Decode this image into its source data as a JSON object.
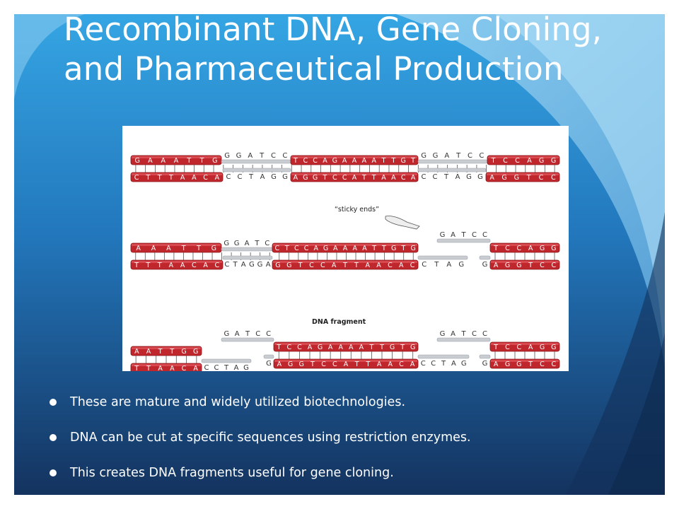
{
  "slide": {
    "title_line1": "Recombinant DNA, Gene Cloning,",
    "title_line2": "and Pharmaceutical Production"
  },
  "figure": {
    "label_sticky_ends": "“sticky ends”",
    "label_dna_fragment": "DNA fragment",
    "row1": {
      "top": [
        "G",
        "A",
        "A",
        "A",
        "T",
        "T",
        "G",
        "G",
        "G",
        "A",
        "T",
        "C",
        "C",
        "T",
        "C",
        "C",
        "A",
        "G",
        "A",
        "A",
        "A",
        "A",
        "T",
        "T",
        "G",
        "T",
        "G",
        "G",
        "A",
        "T",
        "C",
        "C",
        "T",
        "C",
        "C",
        "A",
        "G",
        "G"
      ],
      "bottom": [
        "C",
        "T",
        "T",
        "T",
        "A",
        "A",
        "C",
        "A",
        "C",
        "C",
        "T",
        "A",
        "G",
        "G",
        "A",
        "G",
        "G",
        "T",
        "C",
        "C",
        "A",
        "T",
        "T",
        "A",
        "A",
        "C",
        "A",
        "C",
        "C",
        "T",
        "A",
        "G",
        "G",
        "A",
        "G",
        "G",
        "T",
        "C",
        "C"
      ]
    },
    "row2": {
      "top_left": [
        "A",
        "A",
        "A",
        "T",
        "T",
        "G",
        "G",
        "G",
        "A",
        "T",
        "C",
        "C",
        "T",
        "C",
        "C",
        "A",
        "G",
        "A",
        "A",
        "A",
        "A",
        "T",
        "T",
        "G",
        "T",
        "G"
      ],
      "bottom_left": [
        "T",
        "T",
        "T",
        "A",
        "A",
        "C",
        "A",
        "C",
        "C",
        "T",
        "A",
        "G",
        "G",
        "A",
        "G",
        "G",
        "T",
        "C",
        "C",
        "A",
        "T",
        "T",
        "A",
        "A",
        "C",
        "A",
        "C",
        "C",
        "T",
        "A",
        "G"
      ],
      "top_right": [
        "G",
        "A",
        "T",
        "C",
        "C",
        "T",
        "C",
        "C",
        "A",
        "G",
        "G"
      ],
      "bottom_right": [
        "G",
        "A",
        "G",
        "G",
        "T",
        "C",
        "C"
      ]
    },
    "row3": {
      "left_top": [
        "A",
        "A",
        "T",
        "T",
        "G",
        "G"
      ],
      "left_bottom": [
        "T",
        "T",
        "A",
        "A",
        "C",
        "A",
        "C",
        "C",
        "T",
        "A",
        "G"
      ],
      "middle_top": [
        "G",
        "A",
        "T",
        "C",
        "C",
        "T",
        "C",
        "C",
        "A",
        "G",
        "A",
        "A",
        "A",
        "A",
        "T",
        "T",
        "G",
        "T",
        "G"
      ],
      "middle_bottom": [
        "G",
        "A",
        "G",
        "G",
        "T",
        "C",
        "C",
        "A",
        "T",
        "T",
        "A",
        "A",
        "C",
        "A",
        "C",
        "C",
        "T",
        "A",
        "G"
      ],
      "right_top": [
        "G",
        "A",
        "T",
        "C",
        "C",
        "T",
        "C",
        "C",
        "A",
        "G",
        "G"
      ],
      "right_bottom": [
        "G",
        "A",
        "G",
        "G",
        "T",
        "C",
        "C"
      ]
    }
  },
  "bullets": [
    "These are mature and widely utilized biotechnologies.",
    "DNA can be cut at specific sequences using restriction enzymes.",
    "This creates DNA fragments useful for gene cloning."
  ]
}
